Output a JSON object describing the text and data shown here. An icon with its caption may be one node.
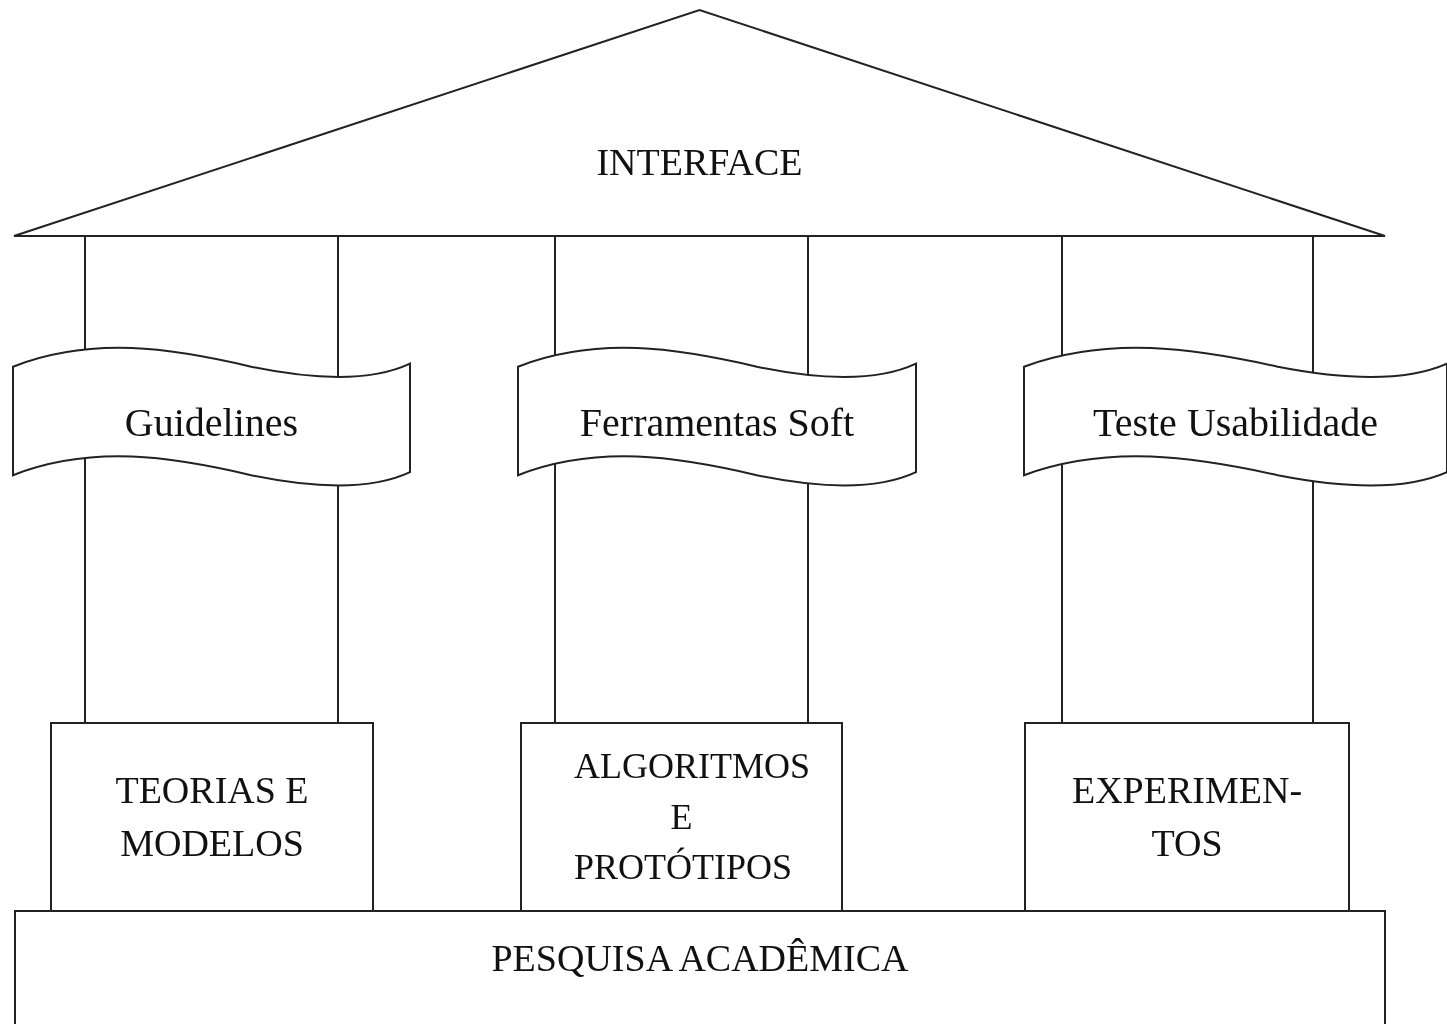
{
  "diagram": {
    "nodes": [
      {
        "text": [
          "INTERFACE"
        ]
      },
      {
        "text": [
          "Guidelines"
        ]
      },
      {
        "text": [
          "Ferramentas Soft"
        ]
      },
      {
        "text": [
          "Teste Usabilidade"
        ]
      },
      {
        "text": [
          "TEORIAS E MODELOS"
        ]
      },
      {
        "text": [
          "ALGORITMOS E PROTÓTIPOS"
        ]
      },
      {
        "text": [
          "EXPERIMEN-TOS"
        ]
      },
      {
        "text": [
          "PESQUISA ACADÊMICA"
        ]
      }
    ],
    "edges": [
      {
        "from": 0,
        "to": 1,
        "arrow": "none"
      },
      {
        "from": 0,
        "to": 1,
        "arrow": "none"
      },
      {
        "from": 0,
        "to": 2,
        "arrow": "none"
      },
      {
        "from": 0,
        "to": 2,
        "arrow": "none"
      },
      {
        "from": 0,
        "to": 3,
        "arrow": "none"
      },
      {
        "from": 0,
        "to": 3,
        "arrow": "none"
      },
      {
        "from": 1,
        "to": 4,
        "arrow": "none"
      },
      {
        "from": 1,
        "to": 4,
        "arrow": "none"
      },
      {
        "from": 2,
        "to": 5,
        "arrow": "none"
      },
      {
        "from": 2,
        "to": 5,
        "arrow": "none"
      },
      {
        "from": 3,
        "to": 6,
        "arrow": "none"
      },
      {
        "from": 3,
        "to": 6,
        "arrow": "none"
      }
    ]
  }
}
